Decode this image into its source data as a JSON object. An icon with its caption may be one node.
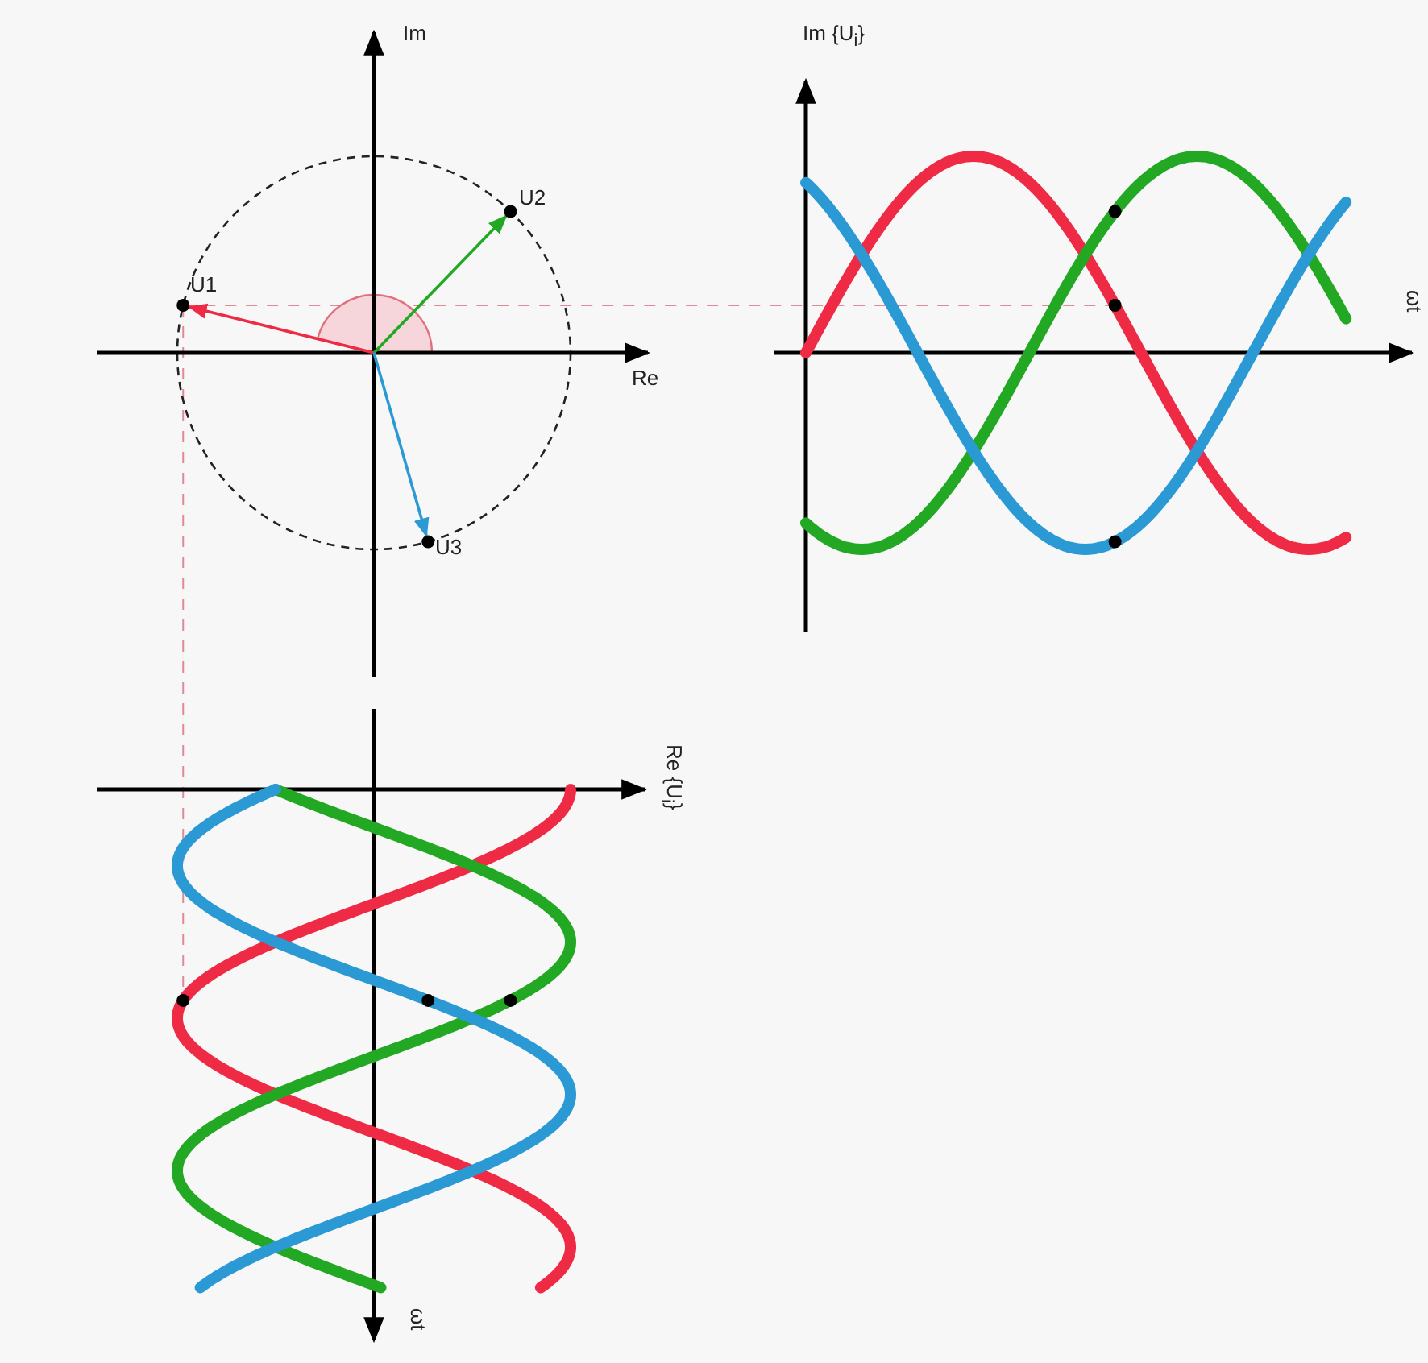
{
  "diagram": {
    "labels": [
      "Im",
      "U2",
      "U1",
      "Re",
      "U3",
      "Im {U$_{i}$}",
      "ωt",
      "Re {U$_{i}$}",
      "ωt"
    ]
  }
}
